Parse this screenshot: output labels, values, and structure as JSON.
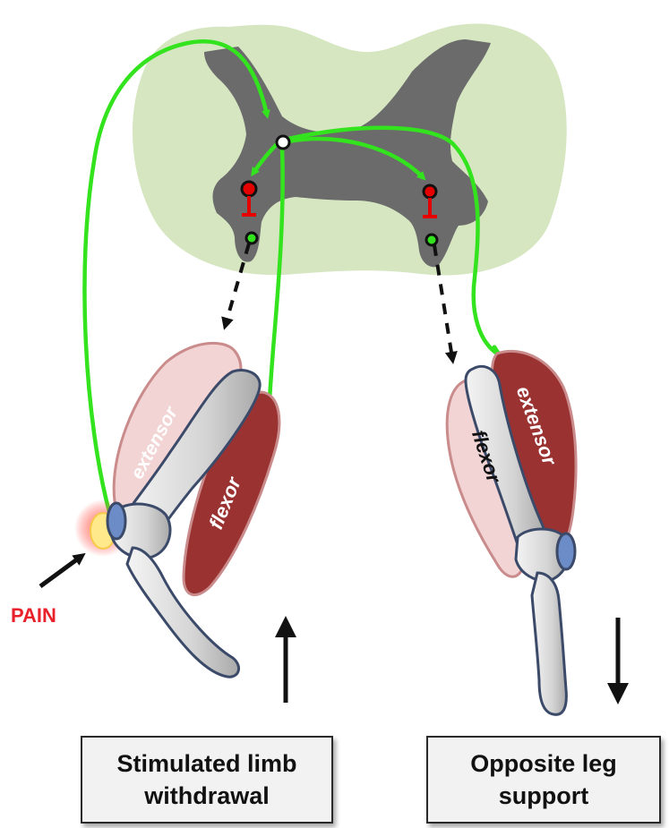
{
  "labels": {
    "left_extensor": "extensor",
    "left_flexor": "flexor",
    "right_flexor": "flexor",
    "right_extensor": "extensor",
    "pain": "PAIN"
  },
  "captions": {
    "left": {
      "line1": "Stimulated limb",
      "line2": "withdrawal"
    },
    "right": {
      "line1": "Opposite leg",
      "line2": "support"
    }
  },
  "colors": {
    "spinal_white_matter": "#d5e6c1",
    "spinal_gray_matter": "#6b6b6b",
    "neural_pathway": "#33e31e",
    "inhibitory_neuron": "#e50000",
    "flexor_muscle": "#9b3232",
    "extensor_muscle": "#f2d4d4",
    "bone": "#d9d9d9",
    "joint": "#6b8cc6",
    "pain_text": "#e8212b"
  }
}
